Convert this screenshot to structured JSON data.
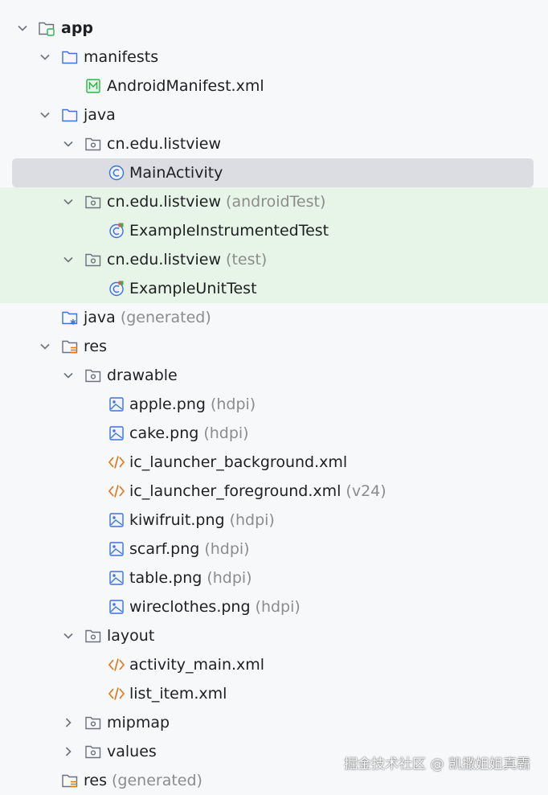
{
  "colors": {
    "background": "#f7f8fa",
    "selection": "#dcdde3",
    "test_highlight": "#e6f5e7",
    "folder_blue": "#3b73d9",
    "xml_orange": "#e07a1f",
    "manifest_green": "#2fb34a",
    "hint_gray": "#8c8c8c"
  },
  "tree": [
    {
      "name": "app",
      "hint": "",
      "icon": "module-folder-icon",
      "expand": "expanded"
    },
    {
      "name": "manifests",
      "hint": "",
      "icon": "folder-icon",
      "expand": "expanded"
    },
    {
      "name": "AndroidManifest.xml",
      "hint": "",
      "icon": "manifest-file-icon",
      "expand": "none"
    },
    {
      "name": "java",
      "hint": "",
      "icon": "folder-icon",
      "expand": "expanded"
    },
    {
      "name": "cn.edu.listview",
      "hint": "",
      "icon": "package-icon",
      "expand": "expanded"
    },
    {
      "name": "MainActivity",
      "hint": "",
      "icon": "class-icon",
      "expand": "none"
    },
    {
      "name": "cn.edu.listview",
      "hint": "(androidTest)",
      "icon": "package-icon",
      "expand": "expanded"
    },
    {
      "name": "ExampleInstrumentedTest",
      "hint": "",
      "icon": "test-class-icon",
      "expand": "none"
    },
    {
      "name": "cn.edu.listview",
      "hint": "(test)",
      "icon": "package-icon",
      "expand": "expanded"
    },
    {
      "name": "ExampleUnitTest",
      "hint": "",
      "icon": "test-class-icon",
      "expand": "none"
    },
    {
      "name": "java",
      "hint": "(generated)",
      "icon": "generated-folder-icon",
      "expand": "none"
    },
    {
      "name": "res",
      "hint": "",
      "icon": "resource-folder-icon",
      "expand": "expanded"
    },
    {
      "name": "drawable",
      "hint": "",
      "icon": "package-icon",
      "expand": "expanded"
    },
    {
      "name": "apple.png",
      "hint": "(hdpi)",
      "icon": "image-file-icon",
      "expand": "none"
    },
    {
      "name": "cake.png",
      "hint": "(hdpi)",
      "icon": "image-file-icon",
      "expand": "none"
    },
    {
      "name": "ic_launcher_background.xml",
      "hint": "",
      "icon": "xml-file-icon",
      "expand": "none"
    },
    {
      "name": "ic_launcher_foreground.xml",
      "hint": "(v24)",
      "icon": "xml-file-icon",
      "expand": "none"
    },
    {
      "name": "kiwifruit.png",
      "hint": "(hdpi)",
      "icon": "image-file-icon",
      "expand": "none"
    },
    {
      "name": "scarf.png",
      "hint": "(hdpi)",
      "icon": "image-file-icon",
      "expand": "none"
    },
    {
      "name": "table.png",
      "hint": "(hdpi)",
      "icon": "image-file-icon",
      "expand": "none"
    },
    {
      "name": "wireclothes.png",
      "hint": "(hdpi)",
      "icon": "image-file-icon",
      "expand": "none"
    },
    {
      "name": "layout",
      "hint": "",
      "icon": "package-icon",
      "expand": "expanded"
    },
    {
      "name": "activity_main.xml",
      "hint": "",
      "icon": "xml-file-icon",
      "expand": "none"
    },
    {
      "name": "list_item.xml",
      "hint": "",
      "icon": "xml-file-icon",
      "expand": "none"
    },
    {
      "name": "mipmap",
      "hint": "",
      "icon": "package-icon",
      "expand": "collapsed"
    },
    {
      "name": "values",
      "hint": "",
      "icon": "package-icon",
      "expand": "collapsed"
    },
    {
      "name": "res",
      "hint": "(generated)",
      "icon": "resource-folder-icon",
      "expand": "none"
    }
  ],
  "watermark": "掘金技术社区 @ 凯撒姐姐真霸"
}
